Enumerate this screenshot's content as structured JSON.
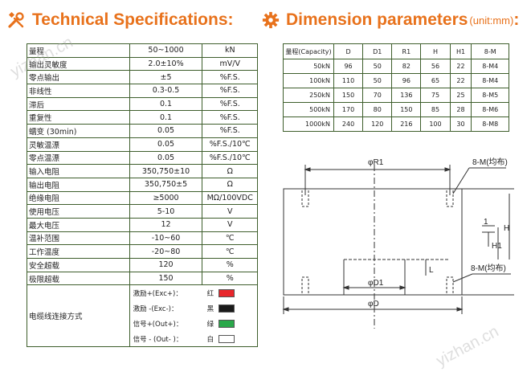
{
  "headers": {
    "tech": "Technical Specifications:",
    "dim": "Dimension parameters",
    "dim_unit": "(unit:mm)",
    "dim_colon": ":"
  },
  "specs": [
    {
      "name": "量程",
      "value": "50~1000",
      "unit": "kN"
    },
    {
      "name": "输出灵敏度",
      "value": "2.0±10%",
      "unit": "mV/V"
    },
    {
      "name": "零点输出",
      "value": "±5",
      "unit": "%F.S."
    },
    {
      "name": "非线性",
      "value": "0.3-0.5",
      "unit": "%F.S."
    },
    {
      "name": "滞后",
      "value": "0.1",
      "unit": "%F.S."
    },
    {
      "name": "重复性",
      "value": "0.1",
      "unit": "%F.S."
    },
    {
      "name": "蠕变 (30min)",
      "value": "0.05",
      "unit": "%F.S."
    },
    {
      "name": "灵敏温漂",
      "value": "0.05",
      "unit": "%F.S./10℃"
    },
    {
      "name": "零点温漂",
      "value": "0.05",
      "unit": "%F.S./10℃"
    },
    {
      "name": "输入电阻",
      "value": "350,750±10",
      "unit": "Ω"
    },
    {
      "name": "输出电阻",
      "value": "350,750±5",
      "unit": "Ω"
    },
    {
      "name": "绝缘电阻",
      "value": "≥5000",
      "unit": "MΩ/100VDC"
    },
    {
      "name": "使用电压",
      "value": "5-10",
      "unit": "V"
    },
    {
      "name": "最大电压",
      "value": "12",
      "unit": "V"
    },
    {
      "name": "温补范围",
      "value": "-10~60",
      "unit": "℃"
    },
    {
      "name": "工作温度",
      "value": "-20~80",
      "unit": "℃"
    },
    {
      "name": "安全超载",
      "value": "120",
      "unit": "%"
    },
    {
      "name": "极限超载",
      "value": "150",
      "unit": "%"
    }
  ],
  "wiring": {
    "label": "电缆线连接方式",
    "items": [
      {
        "name": "激励+(Exc+)：",
        "color_name": "红",
        "color": "#e8262b"
      },
      {
        "name": "激励 -(Exc-)：",
        "color_name": "黑",
        "color": "#1a1a1a"
      },
      {
        "name": "信号+(Out+)：",
        "color_name": "绿",
        "color": "#2aa84a"
      },
      {
        "name": "信号 - (Out- )：",
        "color_name": "白",
        "color": "#ffffff"
      }
    ]
  },
  "dim_table": {
    "headers": [
      "量程(Capacity)",
      "D",
      "D1",
      "R1",
      "H",
      "H1",
      "8-M"
    ],
    "rows": [
      [
        "50kN",
        "96",
        "50",
        "82",
        "56",
        "22",
        "8-M4"
      ],
      [
        "100kN",
        "110",
        "50",
        "96",
        "65",
        "22",
        "8-M4"
      ],
      [
        "250kN",
        "150",
        "70",
        "136",
        "75",
        "25",
        "8-M5"
      ],
      [
        "500kN",
        "170",
        "80",
        "150",
        "85",
        "28",
        "8-M6"
      ],
      [
        "1000kN",
        "240",
        "120",
        "216",
        "100",
        "30",
        "8-M8"
      ]
    ]
  },
  "drawing": {
    "r1": "φR1",
    "m_top": "8-M(均布)",
    "m_bottom": "8-M(均布)",
    "d1": "φD1",
    "d": "φD",
    "h": "H",
    "h1": "H1",
    "one": "1",
    "l": "L"
  },
  "watermark": "yizhan.cn"
}
